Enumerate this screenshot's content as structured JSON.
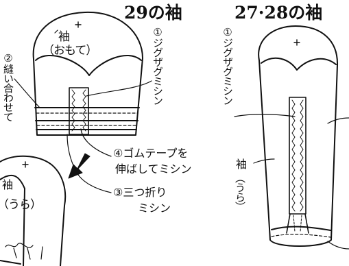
{
  "titles": {
    "left": "29の袖",
    "right": "27·28の袖"
  },
  "labels": {
    "sleeve_front": "袖",
    "sleeve_front_sub": "（おもて）",
    "seam_together": "②縫い合わせて",
    "zigzag_left": "①ジグザグミシン",
    "zigzag_right": "①ジグザグミシン",
    "elastic_line1": "④ゴムテープを",
    "elastic_line2": "伸ばしてミシン",
    "trifold_line1": "③三つ折り",
    "trifold_line2": "ミシン",
    "sleeve_back_left": "袖",
    "sleeve_back_left_sub": "（うら）",
    "sleeve_back_right": "袖",
    "sleeve_back_right_sub": "（うら）"
  },
  "icons": {
    "arrow": "down-left-arrow-icon"
  },
  "colors": {
    "ink": "#111111",
    "paper": "#ffffff"
  }
}
